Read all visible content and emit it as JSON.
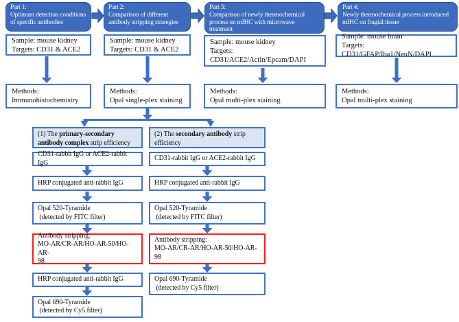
{
  "colors": {
    "banner-fill": "#3d6cbe",
    "banner-border": "#2a5191",
    "box-border": "#4472c4",
    "header-fill": "#dbe4f1",
    "arrow": "#3f6fc6",
    "alert-border": "#fb1d1c",
    "text": "#111111",
    "banner-text": "#ffffff"
  },
  "parts": [
    {
      "title": "Part 1:\nOptimum detection conditions\nof specific antibodies",
      "sample": "Sample: mouse kidney\nTargets: CD31 & ACE2",
      "methods": "Methods:\nImmunohistochemistry"
    },
    {
      "title": "Part 2:\nComparison of different\nantibody stripping strategies",
      "sample": "Sample: mouse kidney\nTargets: CD31 & ACE2",
      "methods": "Methods:\nOpal single-plex staining"
    },
    {
      "title": "Part 3:\nComparison of newly thermochemical\nprocess on mIHC with microwave\ntreatment",
      "sample": "Sample: mouse kidney\nTargets:\nCD31/ACE2/Actin/Epcam/DAPI",
      "methods": "Methods:\nOpal multi-plex staining"
    },
    {
      "title": "Part 4:\nNewly thermochemical process introduced\nmIHC on fragial tissue",
      "sample": "Sample: mouse brain\nTargets: CD31/GFAP/Iba1/NeuN/DAPI",
      "methods": "Methods:\nOpal multi-plex staining"
    }
  ],
  "branch_left": {
    "header_prefix": "(1) The ",
    "header_bold": "primary-secondary antibody complex",
    "header_suffix": " strip efficiency",
    "primary_ab": "CD31-rabbit IgG or ACE2-rabbit IgG",
    "hrp_1": "HRP conjugated anti-rabbit IgG",
    "opal520": "Opal 520-Tyramide\n (detected by FITC filter)",
    "stripping": "Antibody stripping:\nMO-AR/CR-AR/HO-AR-50/HO-AR-\n98",
    "hrp_2": "HRP conjugated anti-rabbit IgG",
    "opal690": "Opal 690-Tyramide\n (detected by Cy5 filter)"
  },
  "branch_right": {
    "header_prefix": "(2) The ",
    "header_bold": "secondary antibody",
    "header_suffix": " strip efficiency",
    "primary_ab": "CD31-rabbit IgG or ACE2-rabbit IgG",
    "hrp_1": "HRP conjugated anti-rabbit IgG",
    "opal520": "Opal 520-Tyramide\n (detected by FITC filter)",
    "stripping": "Antibody stripping:\nMO-AR/CR-AR/HO-AR-50/HO-AR-\n98",
    "opal690": "Opal 690-Tyramide\n (detected by Cy5 filter)"
  }
}
